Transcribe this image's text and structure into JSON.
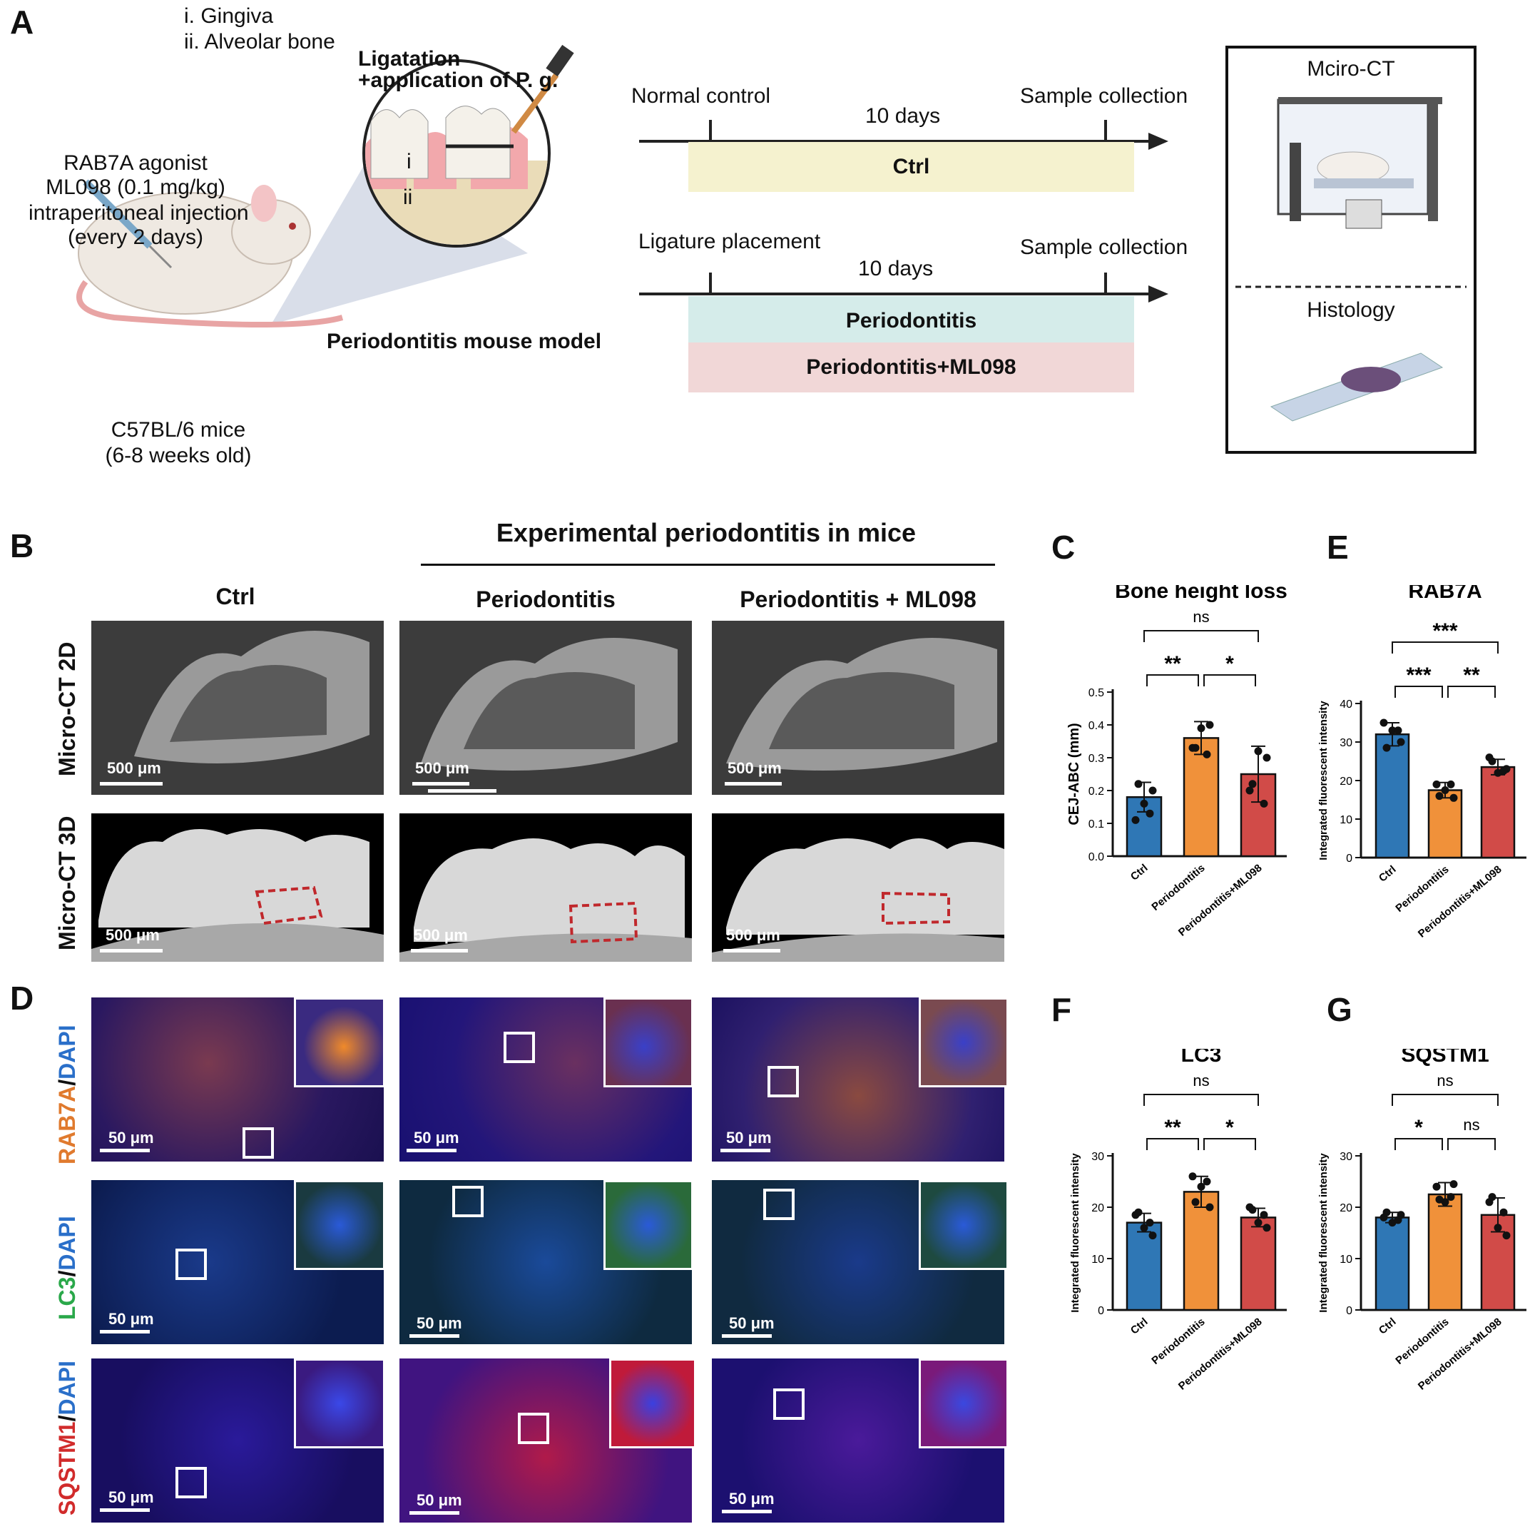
{
  "panelA": {
    "label": "A",
    "tissues": [
      "i. Gingiva",
      "ii. Alveolar bone"
    ],
    "ligation": [
      "Ligatation",
      "+application of P. g."
    ],
    "agonist": [
      "RAB7A agonist",
      "ML098 (0.1 mg/kg)",
      "intraperitoneal injection",
      "(every 2 days)"
    ],
    "mice": [
      "C57BL/6 mice",
      "(6-8 weeks old)"
    ],
    "model_title": "Periodontitis mouse model",
    "inset_i": "i",
    "inset_ii": "ii",
    "timeline1": {
      "start": "Normal control",
      "duration": "10 days",
      "end": "Sample collection",
      "group": "Ctrl"
    },
    "timeline2": {
      "start": "Ligature placement",
      "duration": "10 days",
      "end": "Sample collection",
      "groups": [
        "Periodontitis",
        "Periodontitis+ML098"
      ]
    },
    "analysis": [
      "Mciro-CT",
      "Histology"
    ]
  },
  "panelB": {
    "label": "B",
    "super_title": "Experimental periodontitis in mice",
    "columns": [
      "Ctrl",
      "Periodontitis",
      "Periodontitis + ML098"
    ],
    "rows": [
      "Micro-CT 2D",
      "Micro-CT 3D"
    ],
    "scale": "500 μm"
  },
  "panelD": {
    "label": "D",
    "rows": [
      {
        "a": "RAB7A",
        "sep": "/",
        "b": "DAPI"
      },
      {
        "a": "LC3",
        "sep": "/",
        "b": "DAPI"
      },
      {
        "a": "SQSTM1",
        "sep": "/",
        "b": "DAPI"
      }
    ],
    "scale": "50 μm"
  },
  "chart_data": [
    {
      "panel": "C",
      "type": "bar",
      "title": "Bone height loss",
      "ylabel": "CEJ-ABC (mm)",
      "ylim": [
        0,
        0.5
      ],
      "yticks": [
        "0.0",
        "0.1",
        "0.2",
        "0.3",
        "0.4",
        "0.5"
      ],
      "categories": [
        "Ctrl",
        "Periodontitis",
        "Periodontitis+ML098"
      ],
      "values": [
        0.18,
        0.36,
        0.25
      ],
      "errors": [
        0.045,
        0.05,
        0.085
      ],
      "points": [
        [
          0.11,
          0.16,
          0.2,
          0.22,
          0.13
        ],
        [
          0.33,
          0.39,
          0.4,
          0.33,
          0.31
        ],
        [
          0.2,
          0.32,
          0.3,
          0.22,
          0.16
        ]
      ],
      "colors": [
        "#2f77b5",
        "#f0913a",
        "#d14b48"
      ],
      "sig": [
        {
          "from": 0,
          "to": 1,
          "label": "**"
        },
        {
          "from": 1,
          "to": 2,
          "label": "*"
        },
        {
          "from": 0,
          "to": 2,
          "label": "ns"
        }
      ]
    },
    {
      "panel": "E",
      "type": "bar",
      "title": "RAB7A",
      "ylabel": "Integrated fluorescent intensity",
      "ylim": [
        0,
        40
      ],
      "yticks": [
        "0",
        "10",
        "20",
        "30",
        "40"
      ],
      "categories": [
        "Ctrl",
        "Periodontitis",
        "Periodontitis+ML098"
      ],
      "values": [
        32,
        17.5,
        23.5
      ],
      "errors": [
        3,
        2,
        2
      ],
      "points": [
        [
          35,
          33,
          30,
          28.5,
          33
        ],
        [
          19,
          17.5,
          15.5,
          16,
          19
        ],
        [
          26,
          22,
          23,
          25,
          22.5
        ]
      ],
      "colors": [
        "#2f77b5",
        "#f0913a",
        "#d14b48"
      ],
      "sig": [
        {
          "from": 0,
          "to": 1,
          "label": "***"
        },
        {
          "from": 1,
          "to": 2,
          "label": "**"
        },
        {
          "from": 0,
          "to": 2,
          "label": "***"
        }
      ]
    },
    {
      "panel": "F",
      "type": "bar",
      "title": "LC3",
      "ylabel": "Integrated fluorescent intensity",
      "ylim": [
        0,
        30
      ],
      "yticks": [
        "0",
        "10",
        "20",
        "30"
      ],
      "categories": [
        "Ctrl",
        "Periodontitis",
        "Periodontitis+ML098"
      ],
      "values": [
        17,
        23,
        18
      ],
      "errors": [
        1.8,
        3,
        1.8
      ],
      "points": [
        [
          18.5,
          16,
          14.5,
          19,
          17
        ],
        [
          26,
          24,
          20,
          21,
          25
        ],
        [
          20,
          17,
          16,
          19.5,
          18.5
        ]
      ],
      "colors": [
        "#2f77b5",
        "#f0913a",
        "#d14b48"
      ],
      "sig": [
        {
          "from": 0,
          "to": 1,
          "label": "**"
        },
        {
          "from": 1,
          "to": 2,
          "label": "*"
        },
        {
          "from": 0,
          "to": 2,
          "label": "ns"
        }
      ]
    },
    {
      "panel": "G",
      "type": "bar",
      "title": "SQSTM1",
      "ylabel": "Integrated fluorescent intensity",
      "ylim": [
        0,
        30
      ],
      "yticks": [
        "0",
        "10",
        "20",
        "30"
      ],
      "categories": [
        "Ctrl",
        "Periodontitis",
        "Periodontitis+ML098"
      ],
      "values": [
        18,
        22.5,
        18.5
      ],
      "errors": [
        1,
        2.3,
        3.3
      ],
      "points": [
        [
          18,
          17,
          18.5,
          19,
          17.5
        ],
        [
          24,
          21,
          24.5,
          21.5,
          22
        ],
        [
          21,
          16,
          14.5,
          22,
          19
        ]
      ],
      "colors": [
        "#2f77b5",
        "#f0913a",
        "#d14b48"
      ],
      "sig": [
        {
          "from": 0,
          "to": 1,
          "label": "*"
        },
        {
          "from": 1,
          "to": 2,
          "label": "ns"
        },
        {
          "from": 0,
          "to": 2,
          "label": "ns"
        }
      ]
    }
  ]
}
